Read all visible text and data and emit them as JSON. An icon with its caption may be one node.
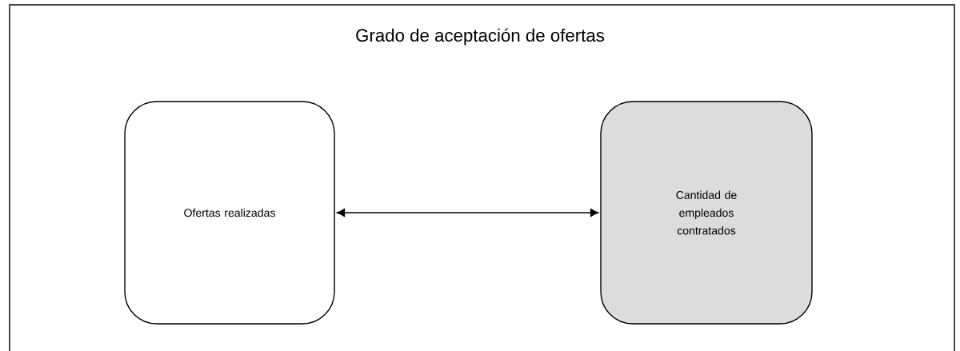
{
  "diagram": {
    "title": "Grado de aceptación de ofertas",
    "nodes": [
      {
        "text": [
          "Ofertas realizadas"
        ]
      },
      {
        "text": [
          "Cantidad de empleados contratados"
        ]
      }
    ],
    "edges": [
      {
        "from": 0,
        "to": 1,
        "arrow": "both"
      }
    ]
  }
}
